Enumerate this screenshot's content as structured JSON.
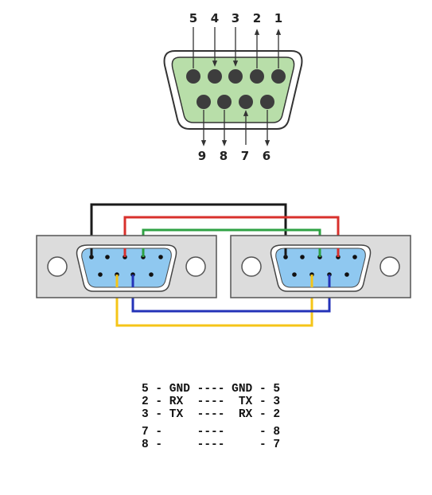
{
  "connector_pinout": {
    "top_row_labels": [
      "5",
      "4",
      "3",
      "2",
      "1"
    ],
    "bottom_row_labels": [
      "9",
      "8",
      "7",
      "6"
    ]
  },
  "colors": {
    "connector_face": "#b8dea9",
    "socket_face": "#8fc8f0",
    "plate": "#dcdcdc",
    "wire_black": "#1a1a1a",
    "wire_red": "#d8302c",
    "wire_green": "#2fa244",
    "wire_blue": "#2433b8",
    "wire_yellow": "#f5c518"
  },
  "pin_map": [
    {
      "left": "5 - GND",
      "dashes": "----",
      "right": "GND - 5"
    },
    {
      "left": "2 - RX ",
      "dashes": "----",
      "right": " TX - 3"
    },
    {
      "left": "3 - TX ",
      "dashes": "----",
      "right": " RX - 2"
    },
    {
      "left": "7 -    ",
      "dashes": "----",
      "right": "    - 8"
    },
    {
      "left": "8 -    ",
      "dashes": "----",
      "right": "    - 7"
    }
  ]
}
